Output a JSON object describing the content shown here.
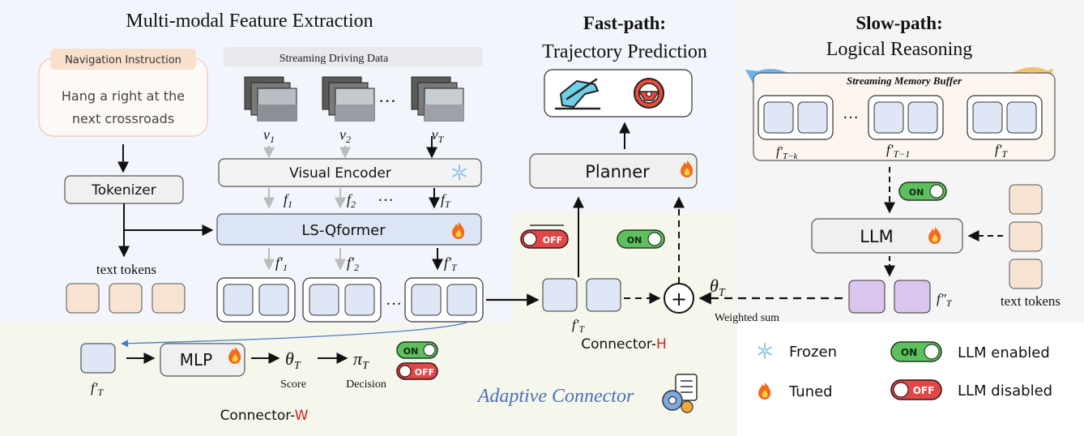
{
  "sections": {
    "feature_extraction_title": "Multi-modal Feature Extraction",
    "fast_path_title": "Fast-path:",
    "fast_path_subtitle": "Trajectory Prediction",
    "slow_path_title": "Slow-path:",
    "slow_path_subtitle": "Logical Reasoning"
  },
  "navigation": {
    "label": "Navigation Instruction",
    "text_line1": "Hang a right at the",
    "text_line2": "next crossroads"
  },
  "streaming": {
    "label": "Streaming Driving Data",
    "frames": [
      "v",
      "v",
      "v"
    ],
    "frame_subs": [
      "1",
      "2",
      "T"
    ],
    "ellipsis": "…"
  },
  "modules": {
    "tokenizer": "Tokenizer",
    "visual_encoder": "Visual Encoder",
    "ls_qformer": "LS-Qformer",
    "planner": "Planner",
    "llm": "LLM",
    "mlp": "MLP"
  },
  "features": {
    "f": "f",
    "f_subs": [
      "1",
      "2",
      "T"
    ],
    "fprime": "f′",
    "fprime_subs": [
      "1",
      "2",
      "T"
    ],
    "fprime_T": "f′",
    "fprime_T_sub": "T",
    "fdouble_T": "f″",
    "fdouble_T_sub": "T",
    "memory_subs": [
      "T−k",
      "T−1",
      "T"
    ]
  },
  "labels": {
    "text_tokens": "text tokens",
    "memory_buffer": "Streaming Memory Buffer",
    "weighted_sum": "Weighted sum",
    "theta": "θ",
    "theta_sub": "T",
    "pi": "π",
    "pi_sub": "T",
    "score": "Score",
    "decision": "Decision",
    "plus": "+",
    "adaptive_connector": "Adaptive Connector",
    "connector_h_prefix": "Connector-",
    "connector_h_suffix": "H",
    "connector_w_prefix": "Connector-",
    "connector_w_suffix": "W",
    "on": "ON",
    "off": "OFF"
  },
  "legend": {
    "frozen": "Frozen",
    "tuned": "Tuned",
    "llm_enabled": "LLM enabled",
    "llm_disabled": "LLM disabled"
  },
  "colors": {
    "token_fill": "#f7e3d2",
    "feature_fill": "#dfe7f6",
    "llm_output_fill": "#d9c5ee",
    "on_green": "#5fbf5f",
    "off_red": "#e04848",
    "connector_accent": "#d02020",
    "adaptive_blue": "#4c6fb8"
  },
  "icons": [
    "snowflake-icon",
    "fire-icon",
    "steering-wheel-icon",
    "pedal-icon",
    "gear-checklist-icon"
  ]
}
